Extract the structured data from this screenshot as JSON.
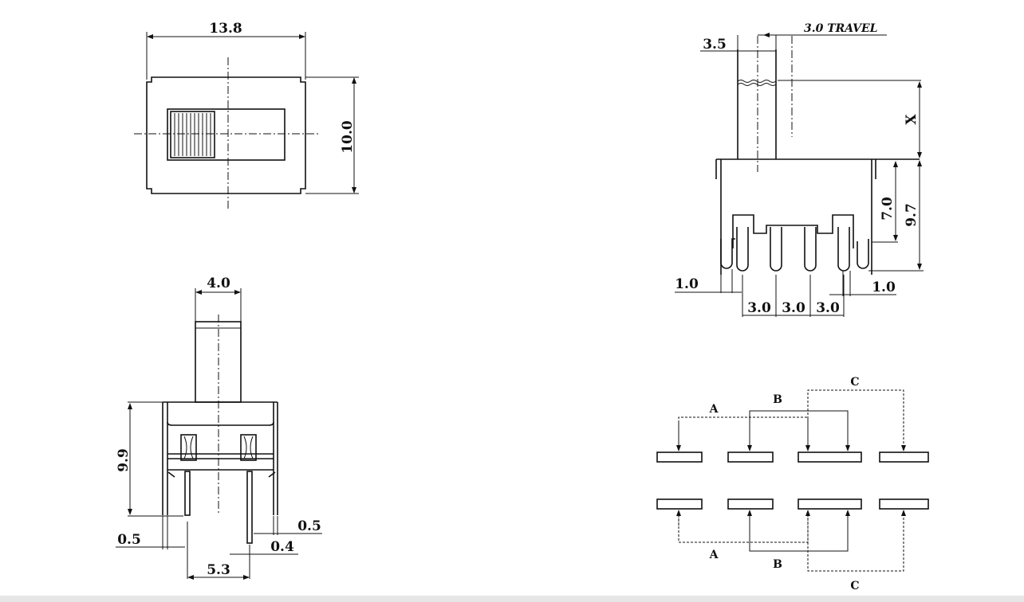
{
  "top_view": {
    "width_dim": "13.8",
    "height_dim": "10.0"
  },
  "side_view": {
    "actuator_dim": "3.5",
    "travel_dim": "3.0 TRAVEL",
    "x_dim": "X",
    "body_height_dim": "7.0",
    "total_height_dim": "9.7",
    "left_leg_dim": "1.0",
    "right_leg_dim": "1.0",
    "pitch_dims": [
      "3.0",
      "3.0",
      "3.0"
    ]
  },
  "front_view": {
    "actuator_dim": "4.0",
    "height_dim": "9.9",
    "left_leg_dim": "0.5",
    "right_leg_dim": "0.5",
    "pin_dim": "0.4",
    "pin_spacing_dim": "5.3"
  },
  "circuit": {
    "top_labels": [
      "A",
      "B",
      "C"
    ],
    "bottom_labels": [
      "A",
      "B",
      "C"
    ]
  }
}
